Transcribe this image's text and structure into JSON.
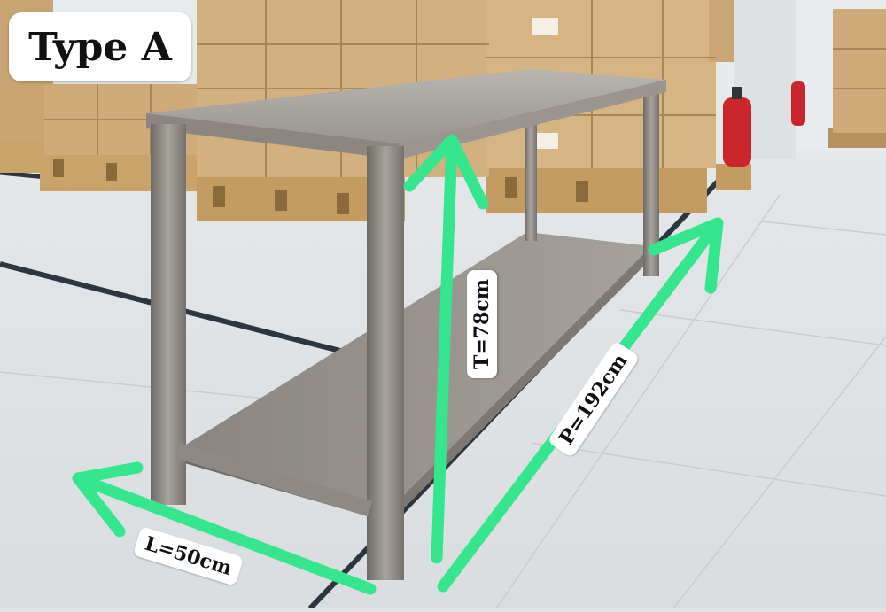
{
  "title": "Type A",
  "dimensions": {
    "height_label": "T=78cm",
    "length_label": "P=192cm",
    "width_label": "L=50cm"
  },
  "colors": {
    "arrow": "#35e68f",
    "badge_bg": "#ffffff",
    "text": "#111111"
  }
}
